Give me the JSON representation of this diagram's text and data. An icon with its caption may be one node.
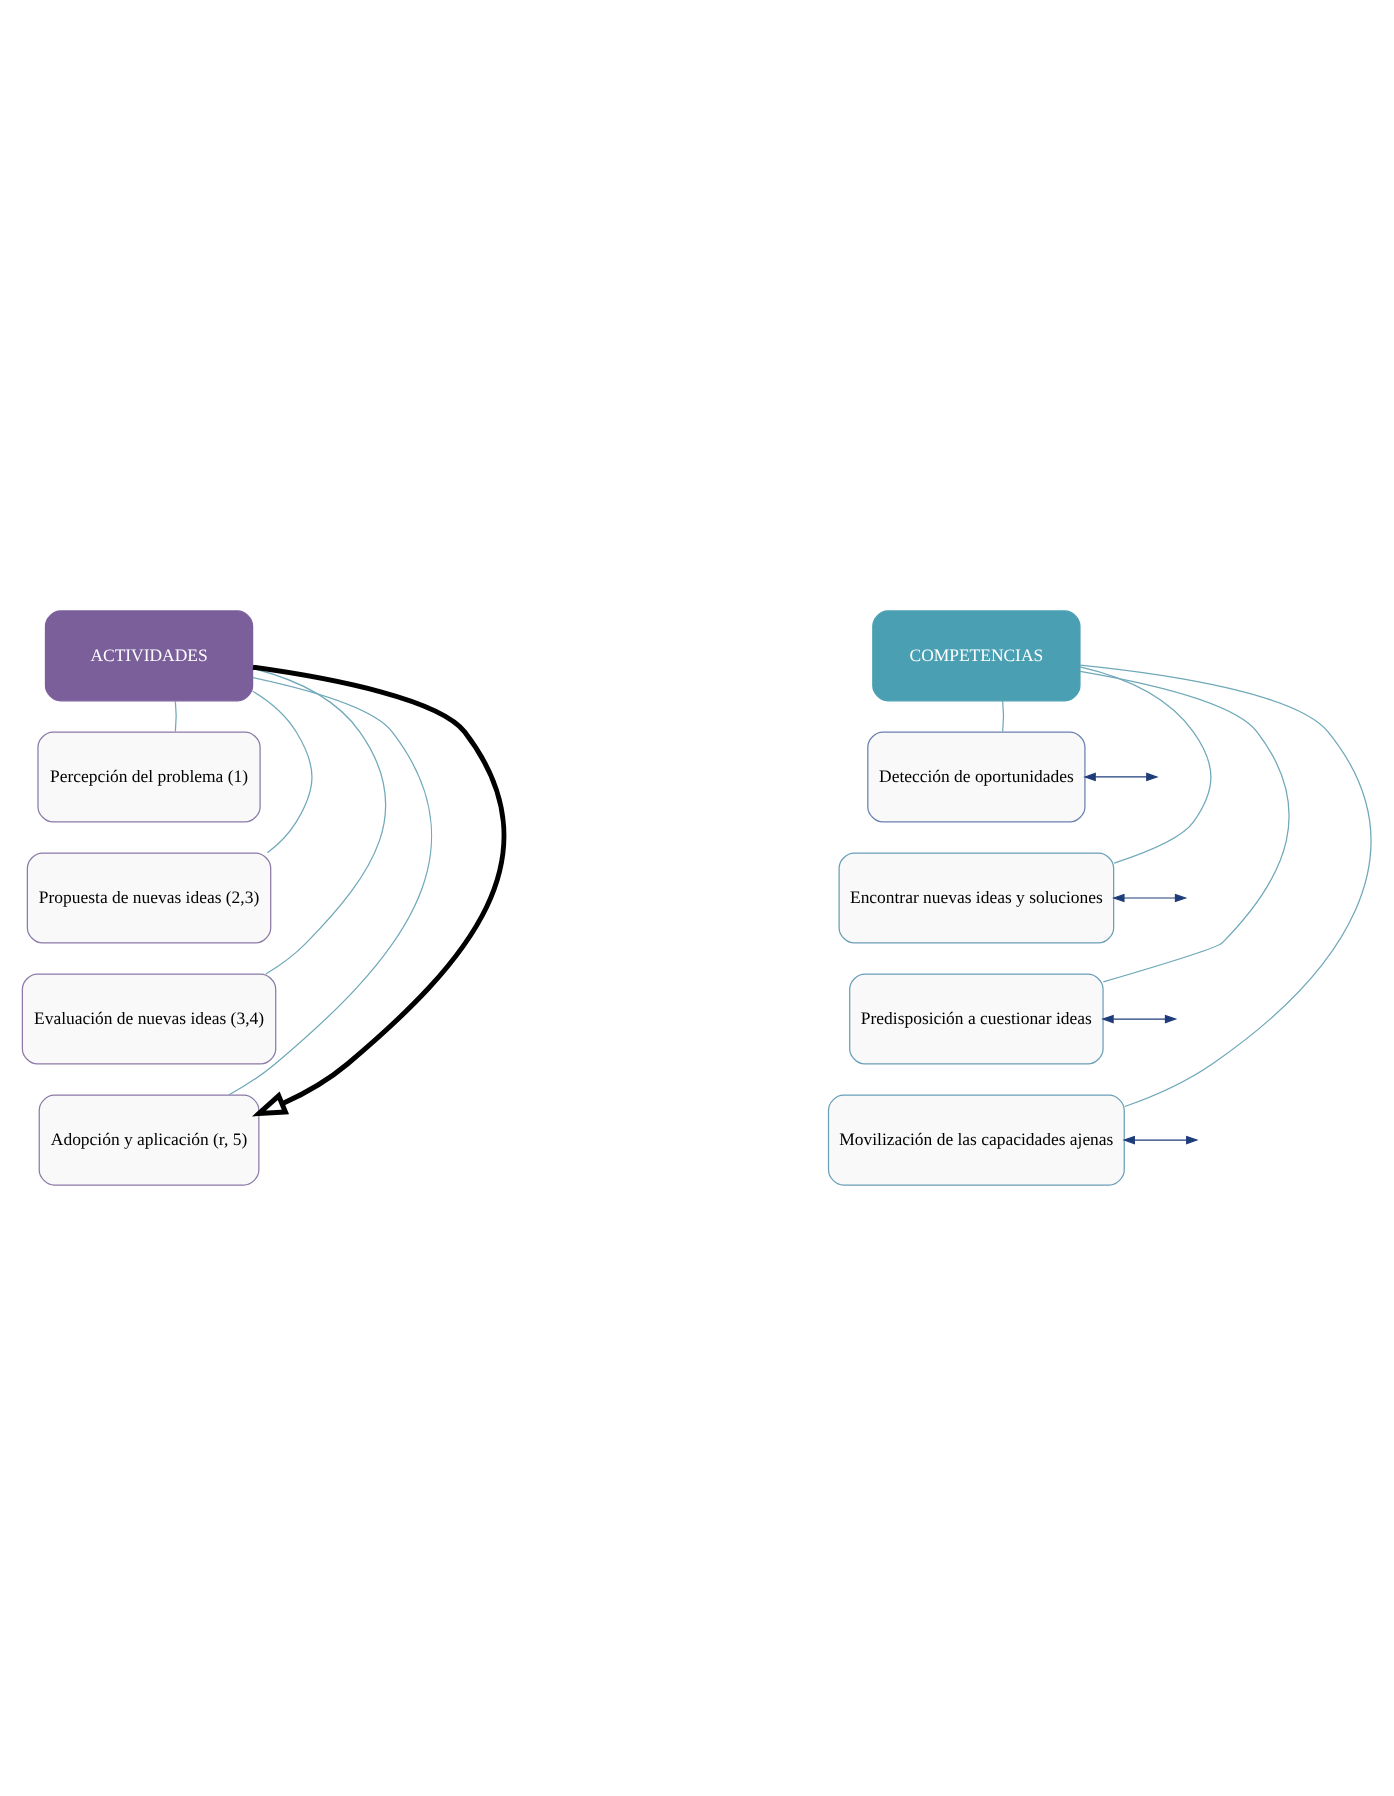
{
  "diagram": {
    "nodes": [
      {
        "text": [
          "ACTIVIDADES"
        ]
      },
      {
        "text": [
          "Percepción del problema (1)"
        ]
      },
      {
        "text": [
          "Propuesta de nuevas ideas (2,3)"
        ]
      },
      {
        "text": [
          "Evaluación de nuevas ideas (3,4)"
        ]
      },
      {
        "text": [
          "Adopción y aplicación (r, 5)"
        ]
      },
      {
        "text": [
          "COMPETENCIAS"
        ]
      },
      {
        "text": [
          "Detección de oportunidades"
        ]
      },
      {
        "text": [
          "Encontrar nuevas ideas y soluciones"
        ]
      },
      {
        "text": [
          "Predisposición a cuestionar ideas"
        ]
      },
      {
        "text": [
          "Movilización de las capacidades ajenas"
        ]
      }
    ],
    "edges": [
      {
        "from": 0,
        "to": 1,
        "arrow": "none"
      },
      {
        "from": 0,
        "to": 2,
        "arrow": "none"
      },
      {
        "from": 0,
        "to": 3,
        "arrow": "none"
      },
      {
        "from": 0,
        "to": 4,
        "arrow": "none"
      },
      {
        "from": 5,
        "to": 6,
        "arrow": "none"
      },
      {
        "from": 5,
        "to": 7,
        "arrow": "none"
      },
      {
        "from": 5,
        "to": 8,
        "arrow": "none"
      },
      {
        "from": 5,
        "to": 9,
        "arrow": "none"
      },
      {
        "from": 0,
        "to": 4,
        "arrow": "to",
        "style": "thick",
        "color": "#000000"
      },
      {
        "from": 6,
        "to": null,
        "arrow": "both",
        "color": "#1f3c7a"
      },
      {
        "from": 7,
        "to": null,
        "arrow": "both",
        "color": "#1f3c7a"
      },
      {
        "from": 8,
        "to": null,
        "arrow": "both",
        "color": "#1f3c7a"
      },
      {
        "from": 9,
        "to": null,
        "arrow": "both",
        "color": "#1f3c7a"
      }
    ]
  }
}
